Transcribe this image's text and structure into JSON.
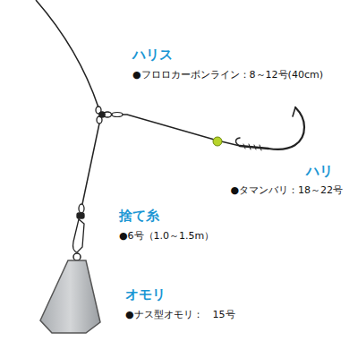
{
  "diagram": {
    "labels": [
      "ハリス",
      "●フロロカーボンライン：8～12号(40cm)",
      "ハリ",
      "●タマンバリ：18～22号",
      "捨て糸",
      "●6号（1.0～1.5m）",
      "オモリ",
      "●ナス型オモリ：　15号"
    ]
  }
}
